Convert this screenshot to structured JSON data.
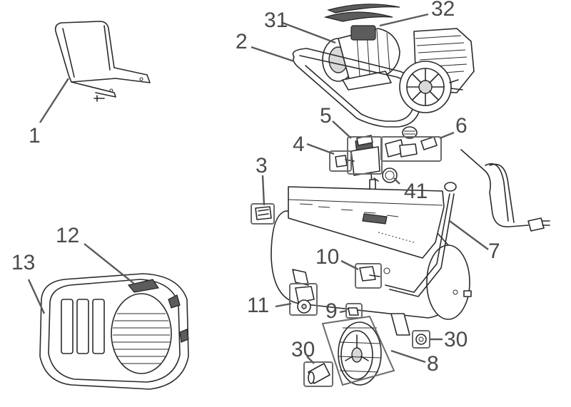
{
  "callouts": [
    {
      "key": "c1",
      "text": "1"
    },
    {
      "key": "c2",
      "text": "2"
    },
    {
      "key": "c3",
      "text": "3"
    },
    {
      "key": "c4",
      "text": "4"
    },
    {
      "key": "c5",
      "text": "5"
    },
    {
      "key": "c6",
      "text": "6"
    },
    {
      "key": "c7",
      "text": "7"
    },
    {
      "key": "c8",
      "text": "8"
    },
    {
      "key": "c9",
      "text": "9"
    },
    {
      "key": "c10",
      "text": "10"
    },
    {
      "key": "c11",
      "text": "11"
    },
    {
      "key": "c12",
      "text": "12"
    },
    {
      "key": "c13",
      "text": "13"
    },
    {
      "key": "c30a",
      "text": "30"
    },
    {
      "key": "c30b",
      "text": "30"
    },
    {
      "key": "c31",
      "text": "31"
    },
    {
      "key": "c32",
      "text": "32"
    },
    {
      "key": "c41",
      "text": "41"
    }
  ]
}
